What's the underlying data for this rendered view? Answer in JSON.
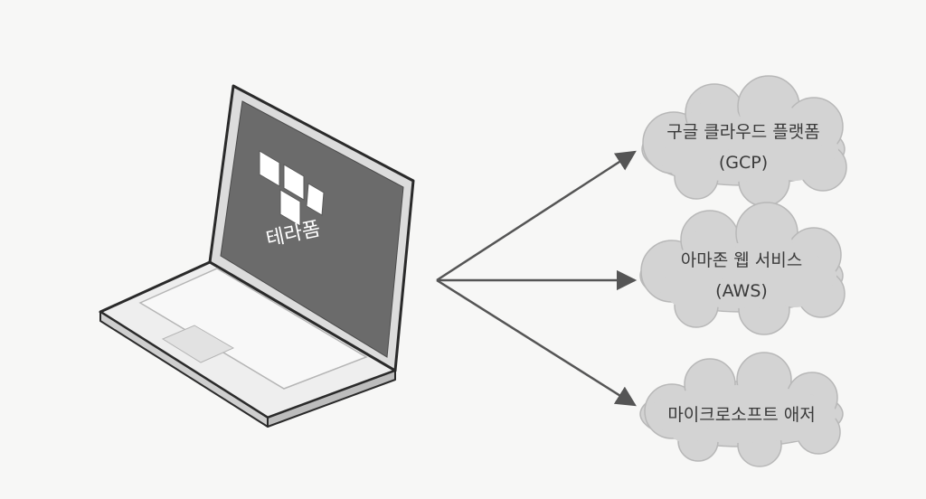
{
  "laptop": {
    "screen_label": "테라폼",
    "logo_icon": "terraform-logo-icon"
  },
  "clouds": [
    {
      "line1": "구글 클라우드 플랫폼",
      "line2": "(GCP)"
    },
    {
      "line1": "아마존 웹 서비스",
      "line2": "(AWS)"
    },
    {
      "line1": "마이크로소프트 애저",
      "line2": ""
    }
  ],
  "colors": {
    "background": "#f7f7f6",
    "screen": "#6b6b6b",
    "cloud_fill": "#d3d3d3",
    "arrow": "#555555"
  }
}
